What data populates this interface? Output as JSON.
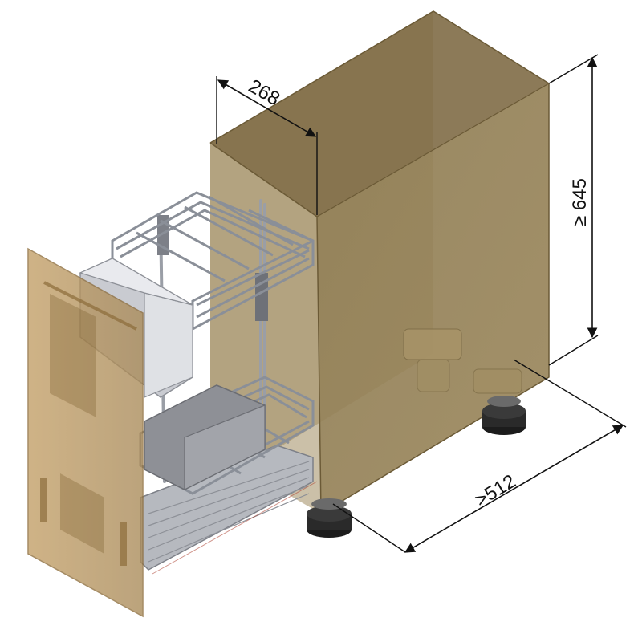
{
  "colors": {
    "cabinet_front": "#a39066",
    "cabinet_side": "#8c7a52",
    "cabinet_top": "#7d6b45",
    "panel_fill": "#b89660",
    "wire": "#8a8f98",
    "bin": "#c9cbd1",
    "dimension": "#111111",
    "foot": "#1c1c1c"
  },
  "dimensions": {
    "depth_label": "268",
    "height_label": "≥ 645",
    "width_label": ">512"
  },
  "icons": [
    "cabinet",
    "pull-out-basket",
    "adjustable-foot",
    "dimension-arrow"
  ]
}
